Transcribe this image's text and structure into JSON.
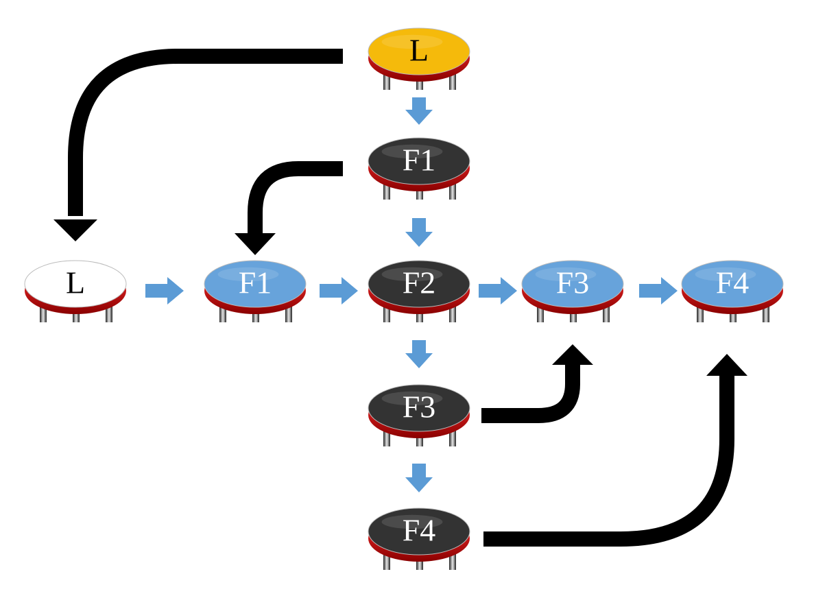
{
  "nodes": {
    "top_leader": {
      "label": "L",
      "fill": "#F5BA0B",
      "text_color": "#000000"
    },
    "col_f1": {
      "label": "F1",
      "fill": "#333333",
      "text_color": "#ffffff"
    },
    "row_f2": {
      "label": "F2",
      "fill": "#333333",
      "text_color": "#ffffff"
    },
    "col_f3": {
      "label": "F3",
      "fill": "#333333",
      "text_color": "#ffffff"
    },
    "col_f4": {
      "label": "F4",
      "fill": "#333333",
      "text_color": "#ffffff"
    },
    "row_leader": {
      "label": "L",
      "fill": "#ffffff",
      "text_color": "#000000"
    },
    "row_f1": {
      "label": "F1",
      "fill": "#67A3DB",
      "text_color": "#ffffff"
    },
    "row_f3": {
      "label": "F3",
      "fill": "#67A3DB",
      "text_color": "#ffffff"
    },
    "row_f4": {
      "label": "F4",
      "fill": "#67A3DB",
      "text_color": "#ffffff"
    }
  },
  "colors": {
    "rim": "#D81818",
    "small_arrow": "#5B9BD5",
    "big_arrow": "#000000"
  }
}
